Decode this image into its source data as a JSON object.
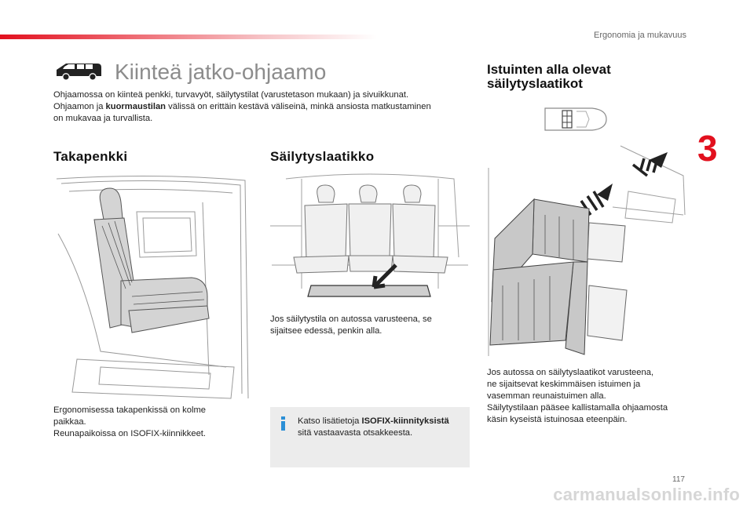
{
  "header": {
    "section": "Ergonomia ja mukavuus"
  },
  "chapter": {
    "number": "3"
  },
  "main": {
    "title": "Kiinteä jatko-ohjaamo",
    "intro": {
      "line1": "Ohjaamossa on kiinteä penkki, turvavyöt, säilytystilat (varustetason mukaan) ja sivuikkunat.",
      "line2_before": "Ohjaamon ja ",
      "line2_bold": "kuormaustilan",
      "line2_after": " välissä on erittäin kestävä väliseinä, minkä ansiosta matkustaminen",
      "line3": "on mukavaa ja turvallista."
    }
  },
  "rear_seat": {
    "title": "Takapenkki",
    "line1": "Ergonomisessa takapenkissä on kolme",
    "line2": "paikkaa.",
    "line3": "Reunapaikoissa on ISOFIX-kiinnikkeet."
  },
  "storage": {
    "title": "Säilytyslaatikko",
    "line1": "Jos säilytystila on autossa varusteena, se",
    "line2": "sijaitsee edessä, penkin alla."
  },
  "info": {
    "before": "Katso lisätietoja ",
    "bold": "ISOFIX-kiinnityksistä",
    "line2": "sitä vastaavasta otsakkeesta."
  },
  "under_seat": {
    "title_line1": "Istuinten alla olevat",
    "title_line2": "säilytyslaatikot",
    "lines": [
      "Jos autossa on säilytyslaatikot varusteena,",
      "ne sijaitsevat keskimmäisen istuimen ja",
      "vasemman reunaistuimen alla.",
      "Säilytystilaan pääsee kallistamalla ohjaamosta",
      "käsin kyseistä istuinosaa eteenpäin."
    ]
  },
  "footer": {
    "page": "117",
    "watermark": "carmanualsonline.info"
  },
  "colors": {
    "accent": "#e2101e",
    "info_blue": "#2b8fd6",
    "box_gray": "#ececec"
  }
}
